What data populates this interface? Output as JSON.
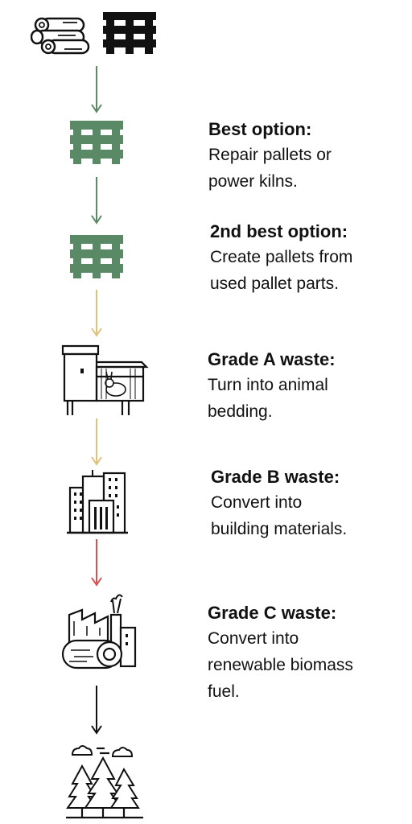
{
  "steps": [
    {
      "title": "Best option:",
      "line1": "Repair pallets or",
      "line2": "power kilns.",
      "line3": ""
    },
    {
      "title": "2nd best option:",
      "line1": "Create pallets from",
      "line2": "used pallet parts.",
      "line3": ""
    },
    {
      "title": "Grade A waste:",
      "line1": "Turn into animal",
      "line2": "bedding.",
      "line3": ""
    },
    {
      "title": "Grade B waste:",
      "line1": "Convert into",
      "line2": "building materials.",
      "line3": ""
    },
    {
      "title": "Grade C waste:",
      "line1": "Convert into",
      "line2": "renewable biomass",
      "line3": "fuel."
    }
  ],
  "icons": [
    "logs-icon",
    "pallet-icon",
    "green-pallet-icon",
    "green-pallet-icon",
    "rabbit-hutch-icon",
    "city-buildings-icon",
    "biomass-factory-icon",
    "forest-icon"
  ],
  "colors": {
    "green": "#5a8a65",
    "yellow": "#e0c278",
    "red": "#d9514f",
    "black": "#111111"
  }
}
